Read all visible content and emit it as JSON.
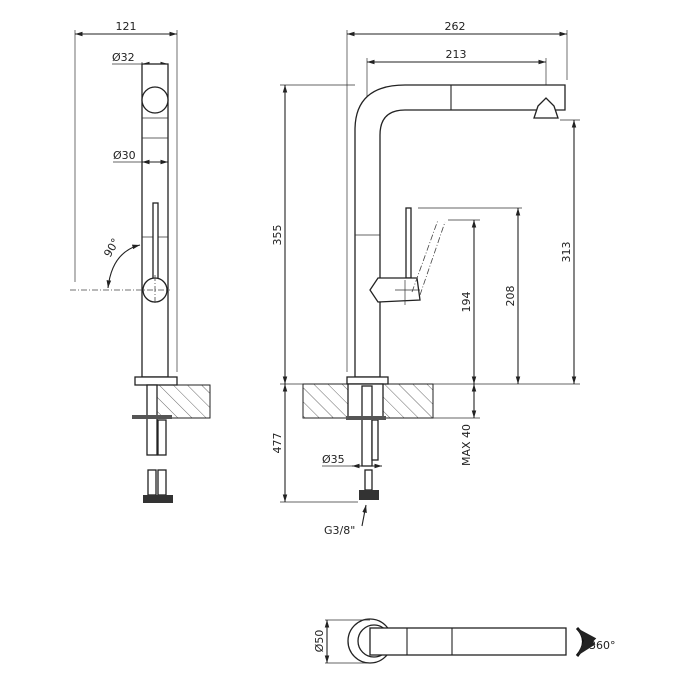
{
  "drawing": {
    "side_view": {
      "width_label": "121",
      "top_diameter_label": "Ø32",
      "body_diameter_label": "Ø30",
      "lever_angle_label": "90°"
    },
    "front_view": {
      "overall_reach_label": "262",
      "spout_reach_label": "213",
      "total_height_label": "355",
      "below_counter_label": "477",
      "lever_height_label": "194",
      "lever_top_label": "208",
      "spout_height_label": "313",
      "max_thickness_label": "MAX 40",
      "base_diameter_label": "Ø35",
      "connection_label": "G3/8\""
    },
    "top_view": {
      "base_diameter_label": "Ø50",
      "rotation_label": "360°"
    }
  }
}
